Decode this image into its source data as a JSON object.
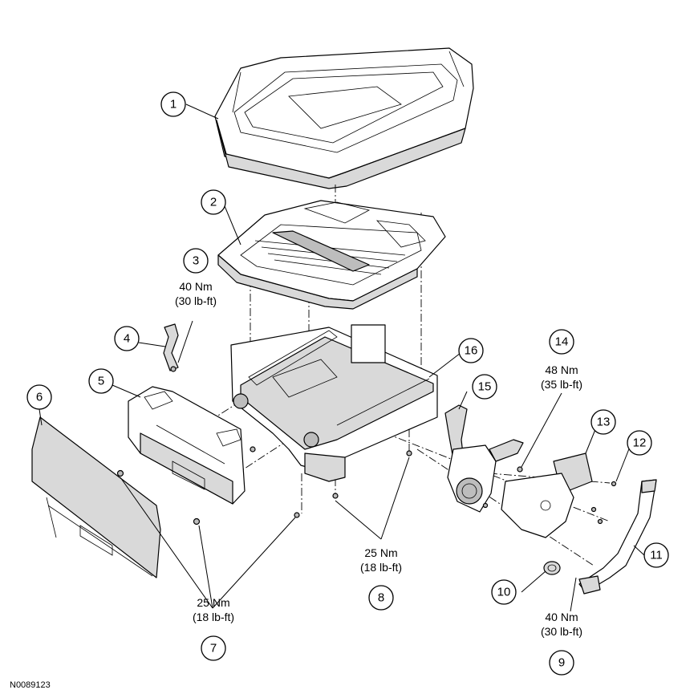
{
  "figure_id": "N0089123",
  "callouts": [
    {
      "id": "c1",
      "label": "1"
    },
    {
      "id": "c2",
      "label": "2"
    },
    {
      "id": "c3",
      "label": "3"
    },
    {
      "id": "c4",
      "label": "4"
    },
    {
      "id": "c5",
      "label": "5"
    },
    {
      "id": "c6",
      "label": "6"
    },
    {
      "id": "c7",
      "label": "7"
    },
    {
      "id": "c8",
      "label": "8"
    },
    {
      "id": "c9",
      "label": "9"
    },
    {
      "id": "c10",
      "label": "10"
    },
    {
      "id": "c11",
      "label": "11"
    },
    {
      "id": "c12",
      "label": "12"
    },
    {
      "id": "c13",
      "label": "13"
    },
    {
      "id": "c14",
      "label": "14"
    },
    {
      "id": "c15",
      "label": "15"
    },
    {
      "id": "c16",
      "label": "16"
    }
  ],
  "torque_specs": {
    "item3": {
      "nm": "40 Nm",
      "lbft": "(30 lb-ft)"
    },
    "item7": {
      "nm": "25 Nm",
      "lbft": "(18 lb-ft)"
    },
    "item8": {
      "nm": "25 Nm",
      "lbft": "(18 lb-ft)"
    },
    "item9": {
      "nm": "40 Nm",
      "lbft": "(30 lb-ft)"
    },
    "item14": {
      "nm": "48 Nm",
      "lbft": "(35 lb-ft)"
    }
  }
}
